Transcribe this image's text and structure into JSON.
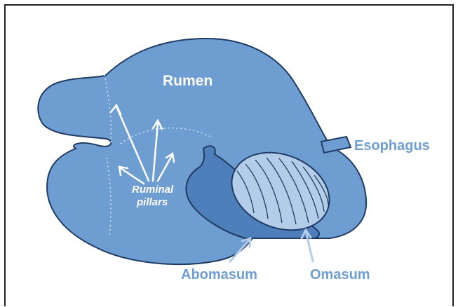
{
  "diagram": {
    "labels": {
      "rumen": "Rumen",
      "pillars_line1": "Ruminal",
      "pillars_line2": "pillars",
      "esophagus": "Esophagus",
      "abomasum": "Abomasum",
      "omasum": "Omasum"
    },
    "colors": {
      "rumen_fill": "#6e9dd1",
      "rumen_stroke": "#1f3b64",
      "abomasum_fill": "#4f7fba",
      "omasum_fill": "#b3cde8",
      "label_blue": "#6e9dd1",
      "label_white": "#ffffff",
      "frame": "#222222"
    }
  }
}
